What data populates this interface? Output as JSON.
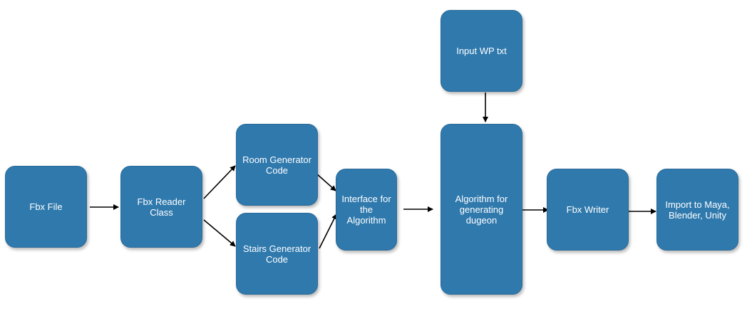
{
  "diagram": {
    "nodes": {
      "fbx_file": "Fbx File",
      "fbx_reader": "Fbx Reader\nClass",
      "room_generator": "Room Generator\nCode",
      "stairs_generator": "Stairs Generator\nCode",
      "interface": "Interface for\nthe\nAlgorithm",
      "input_wp": "Input WP txt",
      "algorithm": "Algorithm for\ngenerating\ndugeon",
      "fbx_writer": "Fbx Writer",
      "import": "Import to Maya,\nBlender, Unity"
    },
    "edges": [
      [
        "fbx_file",
        "fbx_reader"
      ],
      [
        "fbx_reader",
        "room_generator"
      ],
      [
        "fbx_reader",
        "stairs_generator"
      ],
      [
        "room_generator",
        "interface"
      ],
      [
        "stairs_generator",
        "interface"
      ],
      [
        "interface",
        "algorithm"
      ],
      [
        "input_wp",
        "algorithm"
      ],
      [
        "algorithm",
        "fbx_writer"
      ],
      [
        "fbx_writer",
        "import"
      ]
    ],
    "colors": {
      "node_fill": "#2f79ad",
      "node_text": "#ffffff",
      "arrow": "#000000"
    }
  }
}
